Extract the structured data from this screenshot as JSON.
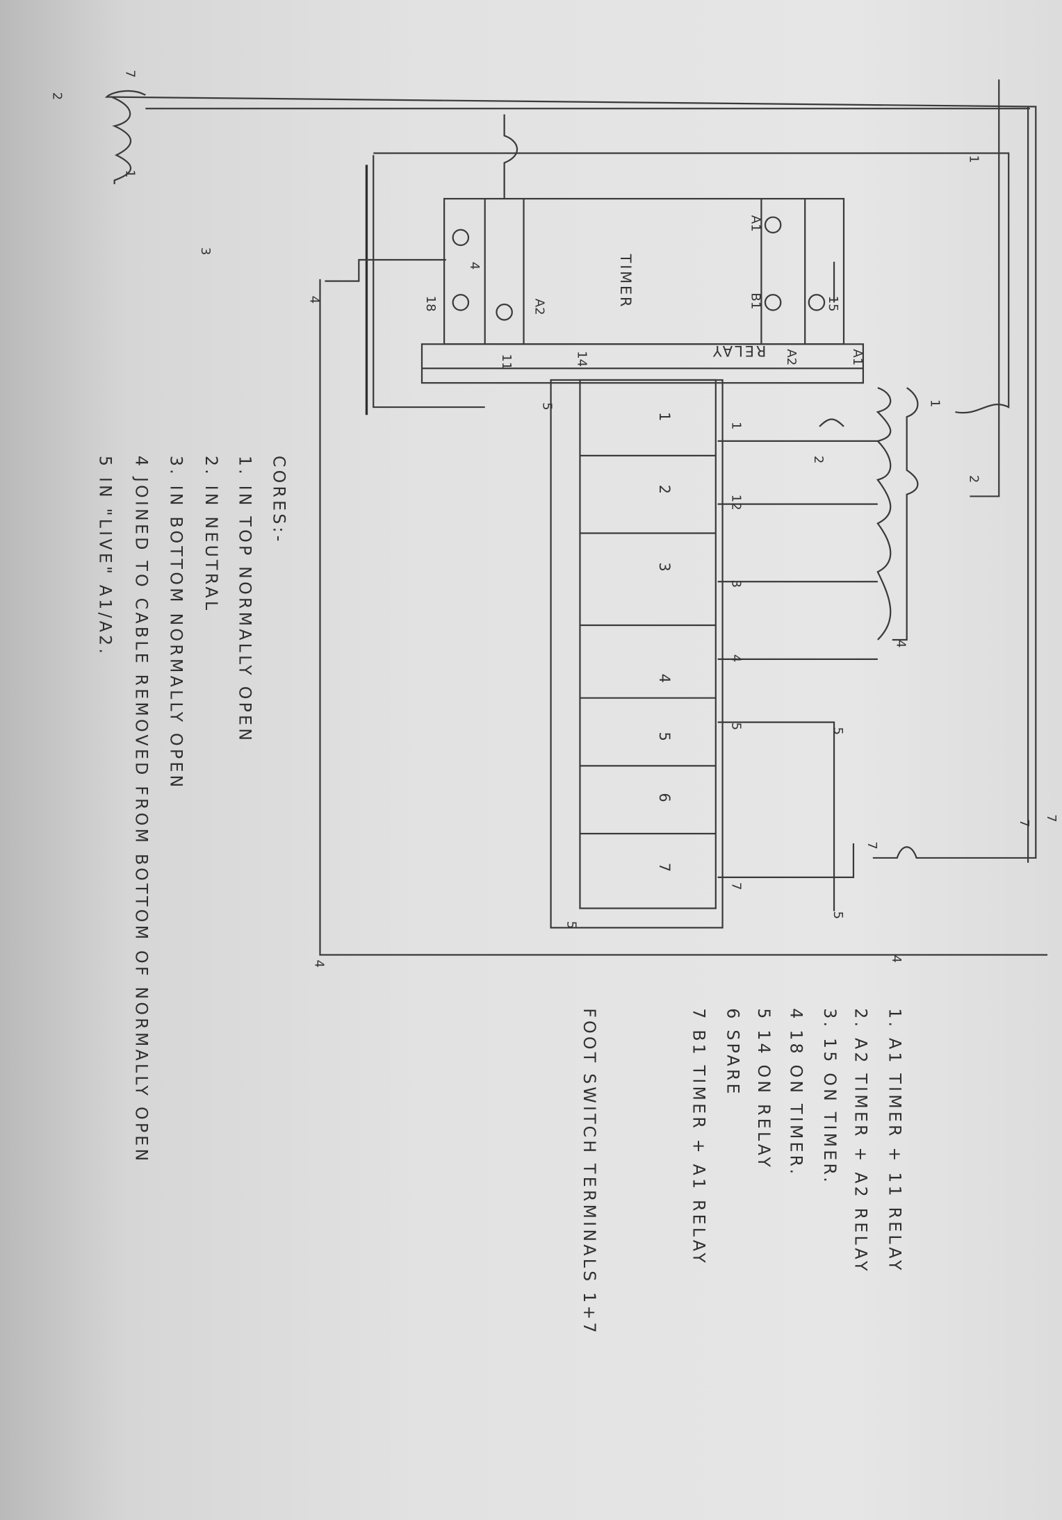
{
  "diagram": {
    "timer_label": "TIMER",
    "relay_label": "RELAY",
    "timer_terminals": {
      "a1": "A1",
      "b1": "B1",
      "a2": "A2",
      "t15": "15",
      "t18": "18",
      "t4": "4"
    },
    "relay_terminals": {
      "a1": "A1",
      "a2": "A2",
      "t14": "14",
      "t11": "11"
    },
    "terminal_block": [
      "1",
      "2",
      "3",
      "4",
      "5",
      "6",
      "7"
    ],
    "wire_labels": {
      "w7_top": "7",
      "w2_top": "2",
      "w1_top": "1",
      "w1_left": "1",
      "w3_left": "3",
      "w7_left": "7",
      "w4_left": "4",
      "w5_mid": "5",
      "w1_mid": "1",
      "w2_mid": "2",
      "w2_right": "2",
      "t1": "1",
      "t12": "12",
      "t3": "3",
      "t4": "4",
      "t5": "5",
      "t7": "7",
      "w4_right": "4",
      "w5_right": "5",
      "w5_top": "5",
      "w7_right": "7",
      "w7_far": "7",
      "w4_bottom": "4",
      "w4_far": "4",
      "w5_block": "5"
    },
    "notes": [
      "1. A1 TIMER + 11 RELAY",
      "2. A2 TIMER + A2 RELAY",
      "3. 15 ON TIMER.",
      "4 18 ON TIMER.",
      "5 14 ON RELAY",
      "6 SPARE",
      "7 B1 TIMER + A1 RELAY",
      "FOOT SWITCH TERMINALS 1+7"
    ],
    "cores": {
      "title": "CORES:-",
      "items": [
        "1. IN TOP NORMALLY OPEN",
        "2. IN NEUTRAL",
        "3. IN BOTTOM NORMALLY OPEN",
        "4 JOINED TO CABLE REMOVED FROM BOTTOM OF NORMALLY OPEN",
        "5 IN \"LIVE\" A1/A2."
      ]
    }
  }
}
